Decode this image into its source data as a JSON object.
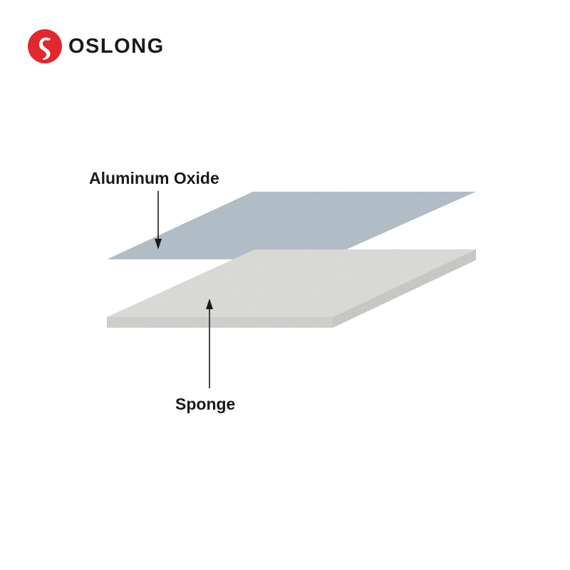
{
  "brand": {
    "name": "OSLONG",
    "accent_color": "#e0282e",
    "icon": "swan-logo-icon"
  },
  "layers": [
    {
      "id": "aluminum-oxide",
      "label": "Aluminum Oxide",
      "color": "#a9b5bf"
    },
    {
      "id": "sponge",
      "label": "Sponge",
      "color": "#d6d6d3"
    }
  ],
  "arrows": [
    {
      "from": "aluminum-oxide-label",
      "to": "aluminum-oxide-layer",
      "icon": "arrow-down-icon"
    },
    {
      "from": "sponge-label",
      "to": "sponge-layer",
      "icon": "arrow-up-icon"
    }
  ]
}
